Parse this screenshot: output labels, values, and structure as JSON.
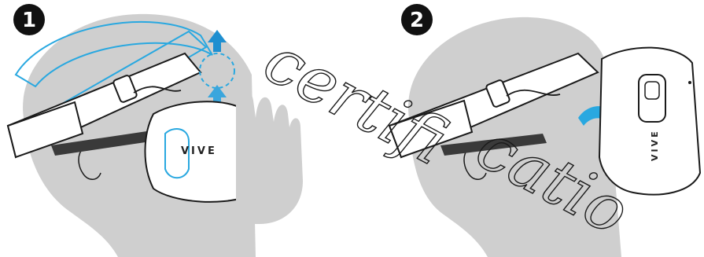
{
  "steps": [
    {
      "number": "1",
      "brand": "VIVE"
    },
    {
      "number": "2",
      "brand": "VIVE"
    }
  ],
  "watermark": {
    "word1": "certifi",
    "word2": "catio"
  },
  "colors": {
    "head": "#cfcfcf",
    "cyan": "#29a8e0",
    "badge": "#111111",
    "strap": "#ffffff",
    "outline": "#1a1a1a"
  }
}
